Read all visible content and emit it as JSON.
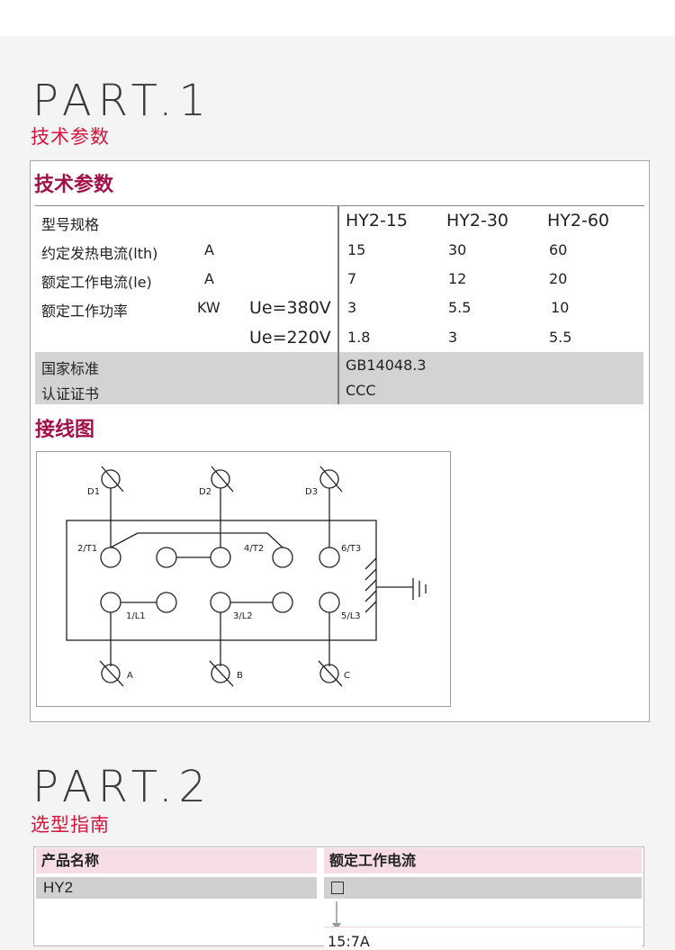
{
  "part1": {
    "title": "PART.1",
    "subtitle": "技术参数"
  },
  "spec": {
    "heading": "技术参数",
    "header_label": "型号规格",
    "models": [
      "HY2-15",
      "HY2-30",
      "HY2-60"
    ],
    "rows": [
      {
        "label": "约定发热电流(lth)",
        "unit": "A",
        "cond": "",
        "values": [
          "15",
          "30",
          "60"
        ]
      },
      {
        "label": "额定工作电流(le)",
        "unit": "A",
        "cond": "",
        "values": [
          "7",
          "12",
          "20"
        ]
      },
      {
        "label": "额定工作功率",
        "unit": "KW",
        "cond": "Ue=380V",
        "values": [
          "3",
          "5.5",
          "10"
        ]
      },
      {
        "label": "",
        "unit": "",
        "cond": "Ue=220V",
        "values": [
          "1.8",
          "3",
          "5.5"
        ]
      }
    ],
    "standard_label": "国家标准",
    "standard_value": "GB14048.3",
    "cert_label": "认证证书",
    "cert_value": "CCC"
  },
  "wiring": {
    "heading": "接线图",
    "top_terminals": [
      "D1",
      "D2",
      "D3"
    ],
    "upper_contacts": [
      "2/T1",
      "4/T2",
      "6/T3"
    ],
    "lower_contacts": [
      "1/L1",
      "3/L2",
      "5/L3"
    ],
    "bottom_terminals": [
      "A",
      "B",
      "C"
    ]
  },
  "part2": {
    "title": "PART.2",
    "subtitle": "选型指南"
  },
  "selection": {
    "col1_header": "产品名称",
    "col2_header": "额定工作电流",
    "product": "HY2",
    "current_option": "15:7A"
  }
}
